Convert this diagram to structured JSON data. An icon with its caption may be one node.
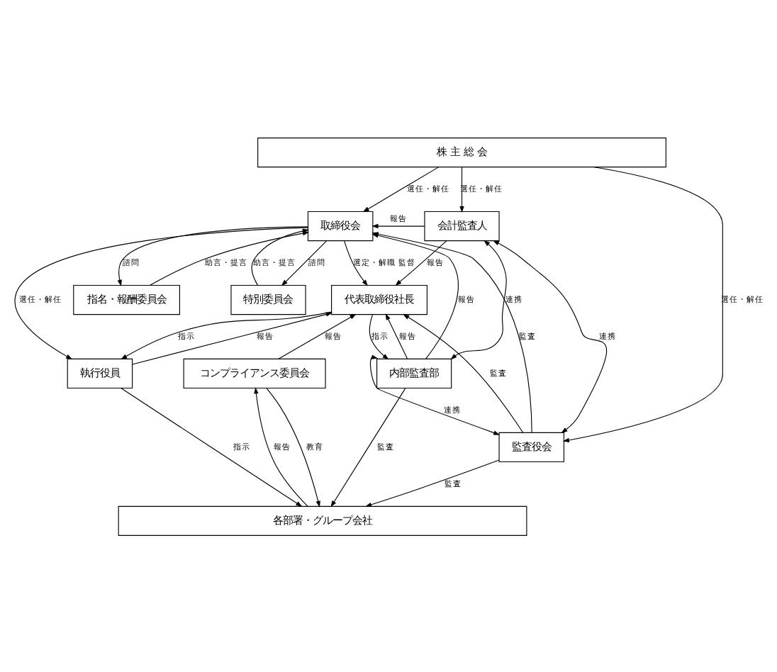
{
  "diagram": {
    "nodes": [
      {
        "text": [
          "株 主 総 会"
        ]
      },
      {
        "text": [
          "取締役会"
        ]
      },
      {
        "text": [
          "会計監査人"
        ]
      },
      {
        "text": [
          "監査役会"
        ]
      },
      {
        "text": [
          "指名・報酬委員会"
        ]
      },
      {
        "text": [
          "特別委員会"
        ]
      },
      {
        "text": [
          "代表取締役社長"
        ]
      },
      {
        "text": [
          "執行役員"
        ]
      },
      {
        "text": [
          "コンプライアンス委員会"
        ]
      },
      {
        "text": [
          "内部監査部"
        ]
      },
      {
        "text": [
          "各部署・グループ会社"
        ]
      }
    ],
    "edges": [
      {
        "from": 0,
        "to": 1,
        "arrow": "to",
        "label": "選任・解任"
      },
      {
        "from": 0,
        "to": 3,
        "arrow": "to",
        "label": "選任・解任"
      },
      {
        "from": 0,
        "to": 2,
        "arrow": "to",
        "label": "選任・解任"
      },
      {
        "from": 2,
        "to": 1,
        "arrow": "to",
        "label": "報告"
      },
      {
        "from": 9,
        "to": 1,
        "arrow": "to",
        "label": "報告"
      },
      {
        "from": 3,
        "to": 1,
        "arrow": "to",
        "label": "監査"
      },
      {
        "from": 3,
        "to": 2,
        "arrow": "both",
        "label": "連携"
      },
      {
        "from": 1,
        "to": 6,
        "arrow": "to",
        "label": "選定・解職 監督"
      },
      {
        "from": 1,
        "to": 7,
        "arrow": "to",
        "label": "選任・解任"
      },
      {
        "from": 1,
        "to": 4,
        "arrow": "to",
        "label": "諮問"
      },
      {
        "from": 4,
        "to": 1,
        "arrow": "to",
        "label": "助言・提言"
      },
      {
        "from": 1,
        "to": 5,
        "arrow": "to",
        "label": "諮問"
      },
      {
        "from": 5,
        "to": 1,
        "arrow": "to",
        "label": "助言・提言"
      },
      {
        "from": 3,
        "to": 6,
        "arrow": "to",
        "label": "監査"
      },
      {
        "from": 3,
        "to": 10,
        "arrow": "to",
        "label": "監査"
      },
      {
        "from": 9,
        "to": 3,
        "arrow": "both",
        "label": "連携"
      },
      {
        "from": 2,
        "to": 6,
        "arrow": "to",
        "label": "報告"
      },
      {
        "from": 9,
        "to": 2,
        "arrow": "both",
        "label": "連携"
      },
      {
        "from": 9,
        "to": 6,
        "arrow": "to",
        "label": "報告"
      },
      {
        "from": 6,
        "to": 9,
        "arrow": "to",
        "label": "指示"
      },
      {
        "from": 6,
        "to": 7,
        "arrow": "to",
        "label": "指示"
      },
      {
        "from": 7,
        "to": 6,
        "arrow": "to",
        "label": "報告"
      },
      {
        "from": 8,
        "to": 6,
        "arrow": "to",
        "label": "報告"
      },
      {
        "from": 7,
        "to": 10,
        "arrow": "to",
        "label": "指示"
      },
      {
        "from": 10,
        "to": 8,
        "arrow": "to",
        "label": "報告"
      },
      {
        "from": 8,
        "to": 10,
        "arrow": "to",
        "label": "教育"
      },
      {
        "from": 9,
        "to": 10,
        "arrow": "to",
        "label": "監査"
      }
    ]
  }
}
